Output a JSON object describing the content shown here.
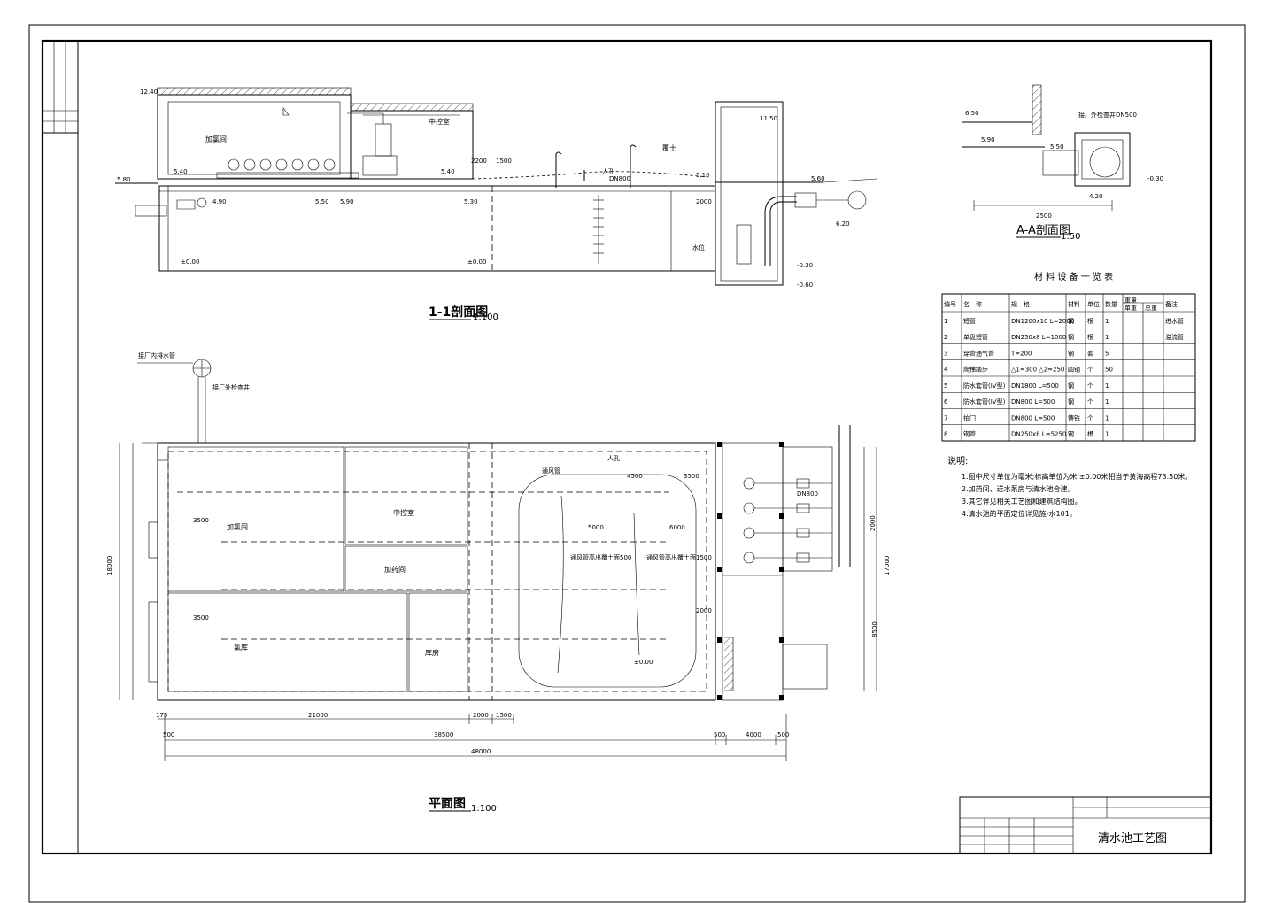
{
  "drawing_title": "清水池工艺图",
  "views": {
    "section_1": {
      "title": "1-1剖面图",
      "scale": "1:100"
    },
    "plan": {
      "title": "平面图",
      "scale": "1:100"
    },
    "section_a": {
      "title": "A-A剖面图",
      "scale": "1:50"
    }
  },
  "section_labels": {
    "room_dosing": "加氯间",
    "room_middle": "中控室",
    "fill_soil": "覆土",
    "water_level": "水位",
    "bottom_level": "±0.00",
    "bottom_level_2": "±0.00",
    "elev_12": "12.40",
    "elev_540a": "5.40",
    "elev_540b": "5.40",
    "elev_550": "5.50",
    "elev_590": "5.90",
    "elev_530": "5.30",
    "elev_510": "5.10",
    "elev_580": "5.80",
    "elev_560": "5.60",
    "elev_490": "4.90",
    "elev_11": "11.50",
    "elev_620": "6.20",
    "elev_m030": "-0.30",
    "elev_m060": "-0.60",
    "dim_2200": "2200",
    "dim_1500": "1500",
    "dim_2000": "2000",
    "pipe_dn": "DN800",
    "manhole": "人孔"
  },
  "plan_labels": {
    "dim_4500": "4500",
    "dim_3500a": "3500",
    "dim_3500b": "3500",
    "dim_3500c": "3500",
    "dim_5000": "5000",
    "dim_6000": "6000",
    "dim_2000a": "2000",
    "dim_2000b": "2000",
    "dim_21000": "21000",
    "dim_2000c": "2000",
    "dim_1500": "1500",
    "dim_38500": "38500",
    "dim_500a": "500",
    "dim_500b": "500",
    "dim_500c": "500",
    "dim_4000": "4000",
    "dim_48000": "48000",
    "dim_18000": "18000",
    "dim_17000": "17000",
    "dim_8500": "8500",
    "dim_175": "175",
    "room_dosing": "加氯间",
    "room_middle": "中控室",
    "room_chlorine": "氯库",
    "room_storage": "库房",
    "room_tool": "加药间",
    "vent_label": "通风管",
    "vent_note_a": "通风管高出覆土面500",
    "vent_note_b": "通风管高出覆土面1500",
    "inlet_note": "接厂外检查井",
    "outlet_note": "接厂内排水管",
    "manhole": "人孔",
    "dn_pipe": "DN800",
    "elev_pm": "±0.00"
  },
  "section_a_labels": {
    "elev_650": "6.50",
    "elev_590": "5.90",
    "elev_550": "5.50",
    "elev_420": "4.20",
    "elev_m030": "-0.30",
    "dim_2500": "2500",
    "note": "接厂外检查井DN500"
  },
  "materials_table": {
    "title": "材 料 设 备 一 览 表",
    "headers": [
      "编号",
      "名　称",
      "规　格",
      "材料",
      "单位",
      "数量",
      "重量",
      "备注"
    ],
    "subheaders": [
      "单重",
      "总重"
    ],
    "rows": [
      [
        "1",
        "短管",
        "DN1200x10 L=2000",
        "钢",
        "根",
        "1",
        "",
        "进水管"
      ],
      [
        "2",
        "单盘短管",
        "DN250x8 L=1000",
        "钢",
        "根",
        "1",
        "",
        "溢流管"
      ],
      [
        "3",
        "穿管通气管",
        "T=200",
        "钢",
        "套",
        "5",
        "",
        ""
      ],
      [
        "4",
        "爬梯踏步",
        "△1=300 △2=250",
        "圆钢",
        "个",
        "50",
        "",
        ""
      ],
      [
        "5",
        "防水套管(IV型)",
        "DN1800 L=500",
        "钢",
        "个",
        "1",
        "",
        ""
      ],
      [
        "6",
        "防水套管(IV型)",
        "DN800 L=500",
        "钢",
        "个",
        "1",
        "",
        ""
      ],
      [
        "7",
        "拍门",
        "DN800 L=500",
        "铸铁",
        "个",
        "1",
        "",
        ""
      ],
      [
        "8",
        "钢管",
        "DN250x8 L=5250",
        "钢",
        "根",
        "1",
        "",
        ""
      ]
    ]
  },
  "notes": {
    "heading": "说明:",
    "items": [
      "1.图中尺寸单位为毫米;标高单位为米,±0.00米相当于黄海高程73.50米。",
      "2.加药间、送水泵房与清水池合建。",
      "3.其它详见相关工艺图和建筑结构图。",
      "4.清水池的平面定位详见施-水101。"
    ]
  },
  "title_block": {
    "title": "清水池工艺图"
  }
}
